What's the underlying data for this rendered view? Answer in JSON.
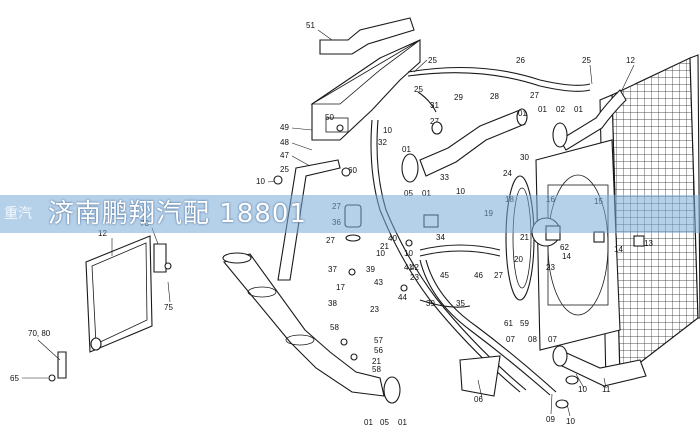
{
  "watermark": {
    "text": "济南鹏翔汽配 18801",
    "text_prefix": "重汽"
  },
  "parts": [
    {
      "label": "51"
    },
    {
      "label": "25"
    },
    {
      "label": "26"
    },
    {
      "label": "25"
    },
    {
      "label": "12"
    },
    {
      "label": "50"
    },
    {
      "label": "25"
    },
    {
      "label": "31"
    },
    {
      "label": "27"
    },
    {
      "label": "28"
    },
    {
      "label": "29"
    },
    {
      "label": "27"
    },
    {
      "label": "01"
    },
    {
      "label": "01"
    },
    {
      "label": "02"
    },
    {
      "label": "01"
    },
    {
      "label": "49"
    },
    {
      "label": "10"
    },
    {
      "label": "32"
    },
    {
      "label": "48"
    },
    {
      "label": "47"
    },
    {
      "label": "01"
    },
    {
      "label": "30"
    },
    {
      "label": "25"
    },
    {
      "label": "60"
    },
    {
      "label": "10"
    },
    {
      "label": "05"
    },
    {
      "label": "01"
    },
    {
      "label": "10"
    },
    {
      "label": "33"
    },
    {
      "label": "24"
    },
    {
      "label": "18"
    },
    {
      "label": "16"
    },
    {
      "label": "15"
    },
    {
      "label": "70"
    },
    {
      "label": "12"
    },
    {
      "label": "27"
    },
    {
      "label": "36"
    },
    {
      "label": "34"
    },
    {
      "label": "19"
    },
    {
      "label": "27"
    },
    {
      "label": "40"
    },
    {
      "label": "10"
    },
    {
      "label": "21"
    },
    {
      "label": "62"
    },
    {
      "label": "14"
    },
    {
      "label": "13"
    },
    {
      "label": "21"
    },
    {
      "label": "10"
    },
    {
      "label": "37"
    },
    {
      "label": "39"
    },
    {
      "label": "41"
    },
    {
      "label": "42"
    },
    {
      "label": "45"
    },
    {
      "label": "46"
    },
    {
      "label": "27"
    },
    {
      "label": "20"
    },
    {
      "label": "23"
    },
    {
      "label": "14"
    },
    {
      "label": "43"
    },
    {
      "label": "23"
    },
    {
      "label": "17"
    },
    {
      "label": "38"
    },
    {
      "label": "23"
    },
    {
      "label": "44"
    },
    {
      "label": "39"
    },
    {
      "label": "35"
    },
    {
      "label": "75"
    },
    {
      "label": "61"
    },
    {
      "label": "59"
    },
    {
      "label": "70, 80"
    },
    {
      "label": "58"
    },
    {
      "label": "57"
    },
    {
      "label": "56"
    },
    {
      "label": "21"
    },
    {
      "label": "58"
    },
    {
      "label": "07"
    },
    {
      "label": "08"
    },
    {
      "label": "07"
    },
    {
      "label": "65"
    },
    {
      "label": "06"
    },
    {
      "label": "10"
    },
    {
      "label": "11"
    },
    {
      "label": "01"
    },
    {
      "label": "05"
    },
    {
      "label": "01"
    },
    {
      "label": "09"
    },
    {
      "label": "10"
    }
  ]
}
